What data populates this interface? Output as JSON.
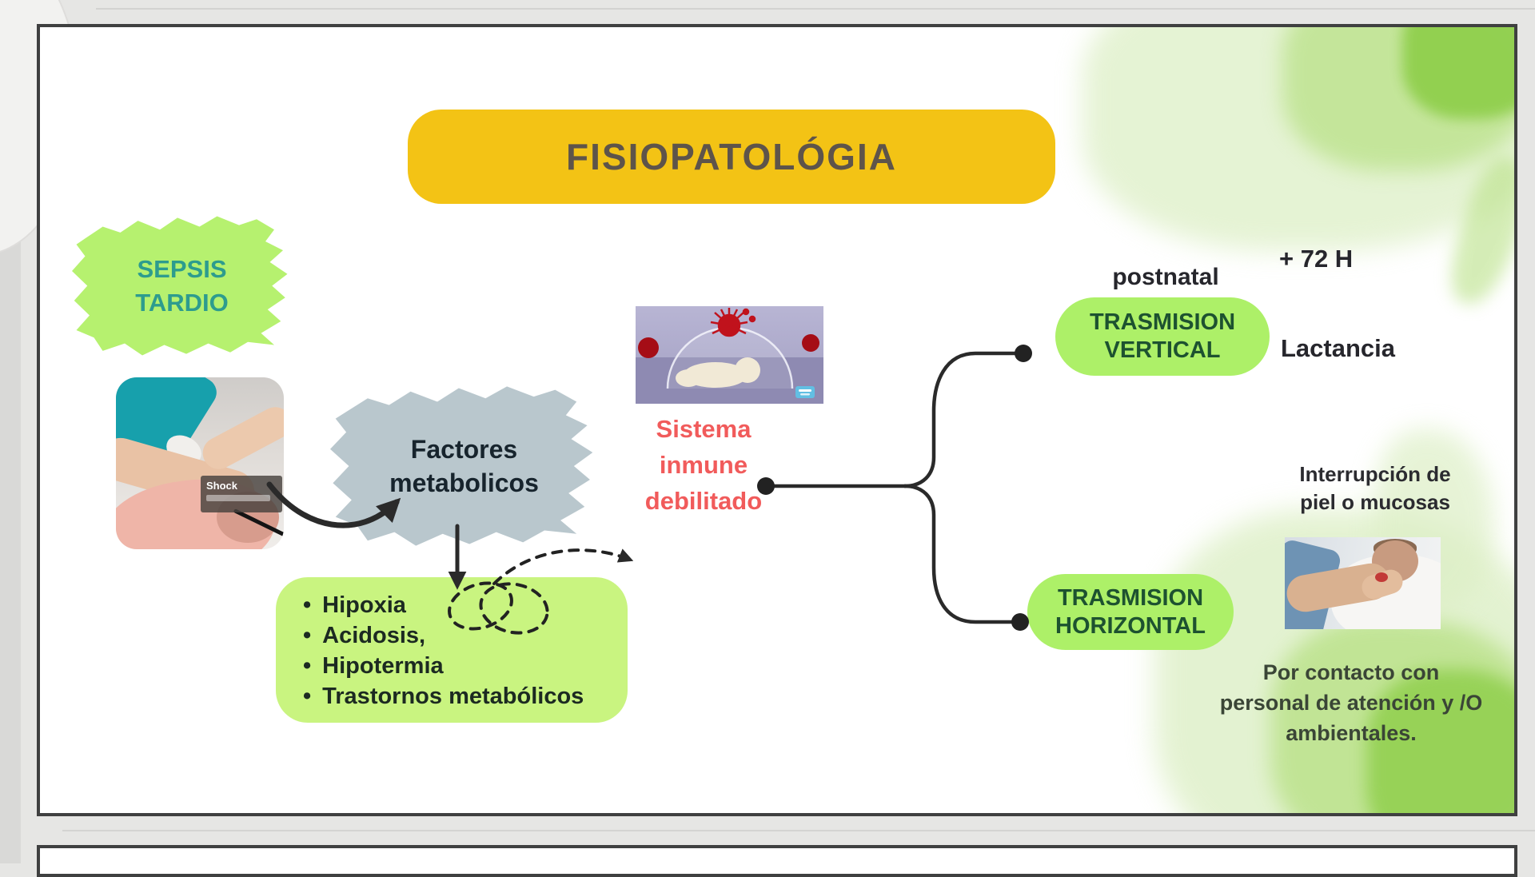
{
  "colors": {
    "bg_gray": "#e6e6e4",
    "slide_border": "#3f4040",
    "yellow": "#f3c315",
    "title_text": "#5e544a",
    "blob_green": "#b6f16f",
    "pill_green": "#adf068",
    "box_green": "#c9f480",
    "teal_text": "#2d9c8e",
    "gray_blue": "#b9c7cd",
    "dark_text": "#26262c",
    "green_text": "#1d5230",
    "red_text": "#f15b5b",
    "arrow": "#2a2a2a",
    "watercolor_light": "#ddefc6",
    "watercolor_mid": "#b9e187",
    "watercolor_dark": "#90cf4d"
  },
  "title": "FISIOPATOLÓGIA",
  "sepsis": {
    "line1": "SEPSIS",
    "line2": "TARDIO"
  },
  "factores": {
    "line1": "Factores",
    "line2": "metabolicos"
  },
  "photo_shock_caption": "Shock",
  "bullet_box": {
    "items": [
      "Hipoxia",
      "Acidosis,",
      "Hipotermia",
      "Trastornos metabólicos"
    ]
  },
  "sistema": {
    "line1": "Sistema",
    "line2": "inmune",
    "line3": "debilitado"
  },
  "vertical_branch": {
    "above_label": "postnatal",
    "time_label": "+ 72 H",
    "pill_line1": "TRASMISION",
    "pill_line2": "VERTICAL",
    "side_label": "Lactancia"
  },
  "horizontal_branch": {
    "pill_line1": "TRASMISION",
    "pill_line2": "HORIZONTAL",
    "top_note_line1": "Interrupción de",
    "top_note_line2": "piel o mucosas",
    "bottom_note_line1": "Por contacto con",
    "bottom_note_line2": "personal de atención y /O",
    "bottom_note_line3": "ambientales."
  }
}
